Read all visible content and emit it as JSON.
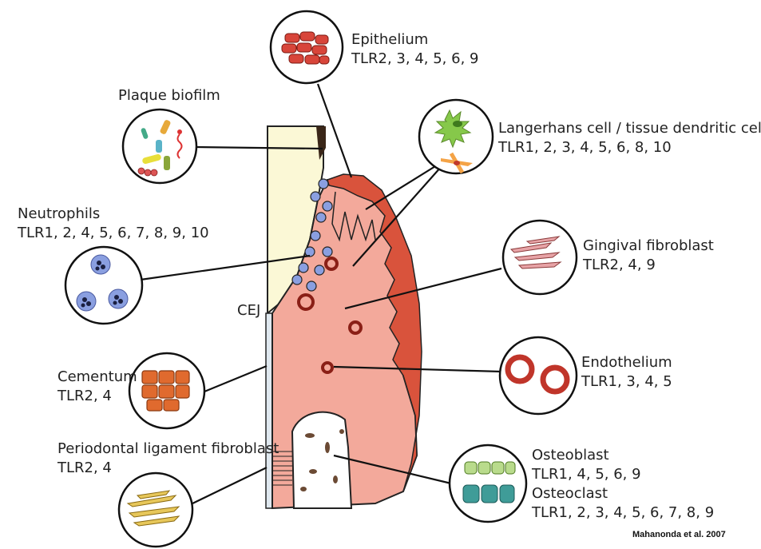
{
  "labels": {
    "epithelium": {
      "name": "Epithelium",
      "tlr": "TLR2, 3, 4, 5, 6, 9"
    },
    "plaque": {
      "name": "Plaque biofilm"
    },
    "langerhans": {
      "name": "Langerhans cell / tissue dendritic cell",
      "tlr": "TLR1, 2, 3, 4, 5, 6, 8, 10"
    },
    "neutrophils": {
      "name": "Neutrophils",
      "tlr": "TLR1, 2, 4, 5, 6, 7, 8, 9, 10"
    },
    "gingival_fibroblast": {
      "name": "Gingival fibroblast",
      "tlr": "TLR2, 4, 9"
    },
    "cej": {
      "name": "CEJ"
    },
    "endothelium": {
      "name": "Endothelium",
      "tlr": "TLR1, 3, 4, 5"
    },
    "cementum": {
      "name": "Cementum",
      "tlr": "TLR2, 4"
    },
    "pdl_fibroblast": {
      "name": "Periodontal ligament fibroblast",
      "tlr": "TLR2, 4"
    },
    "osteoblast": {
      "name": "Osteoblast",
      "tlr": "TLR1, 4, 5, 6, 9"
    },
    "osteoclast": {
      "name": "Osteoclast",
      "tlr": "TLR1, 2, 3, 4, 5, 6, 7, 8, 9"
    }
  },
  "citation": "Mahanonda et al. 2007",
  "colors": {
    "gingiva": "#f3a99b",
    "epithelium_band": "#d9533c",
    "tooth": "#fbf8d6",
    "root": "#dfe8ef",
    "cell_red": "#d8453a",
    "dendritic_green": "#86c84a",
    "osteoblast_green": "#b9db8c",
    "osteoclast_teal": "#3f9c98",
    "cementum_orange": "#e06a2e",
    "pdl_yellow": "#e7c75a",
    "neutrophil_blue": "#8a9fe0"
  }
}
